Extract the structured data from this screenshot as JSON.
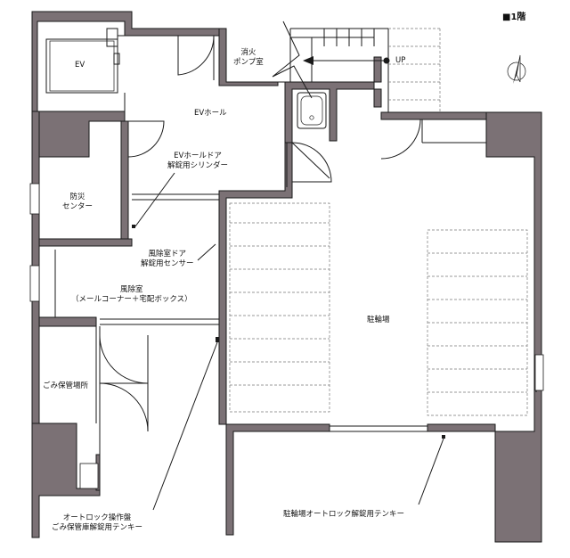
{
  "floor_label": "■1階",
  "rooms": {
    "ev": "EV",
    "ev_hall": "EVホール",
    "fire_pump": "消火\nポンプ室",
    "disaster_center": "防災\nセンター",
    "windbreak": "風除室\n（メールコーナー＋宅配ボックス）",
    "garbage": "ごみ保管場所",
    "parking": "駐輪場"
  },
  "stair_label": "UP",
  "annotations": {
    "ev_hall_door": "EVホールドア\n解錠用シリンダー",
    "windbreak_door": "風除室ドア\n解錠用センサー",
    "autolock_panel": "オートロック操作盤\nごみ保管庫解錠用テンキー",
    "parking_autolock": "駐輪場オートロック解錠用テンキー"
  },
  "colors": {
    "wall": "#7b7175",
    "line": "#1a1a1a"
  },
  "icons": {
    "north": "north-arrow-icon"
  }
}
